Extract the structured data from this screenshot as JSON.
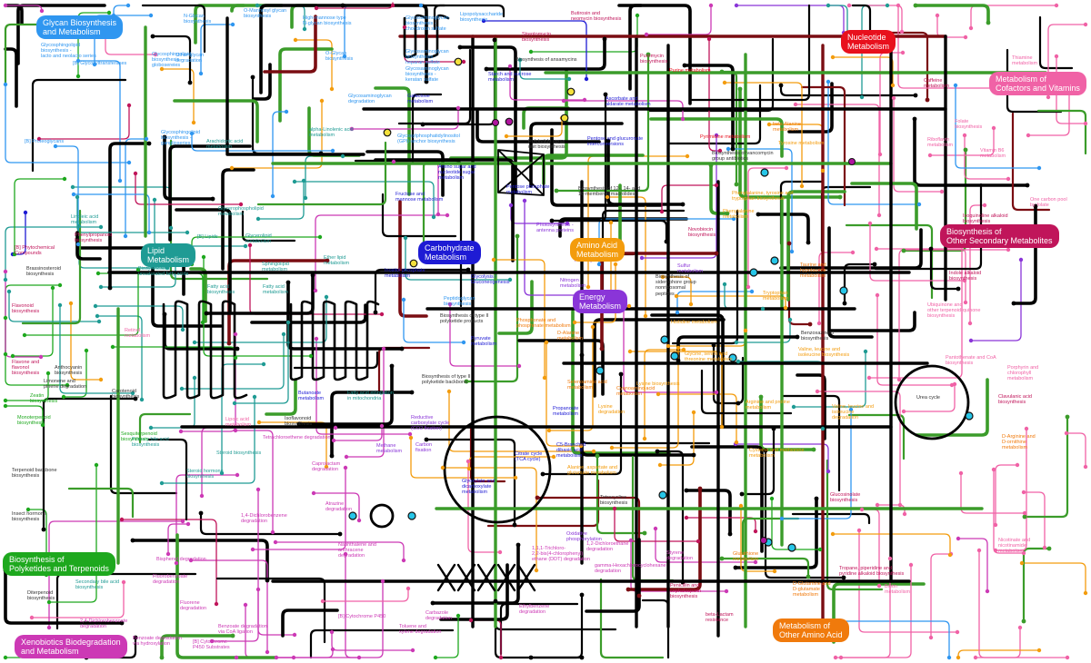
{
  "colors": {
    "glycan": "#2f96f0",
    "nucleotide": "#e8101d",
    "cofactors": "#f062a6",
    "secondary": "#c0155a",
    "lipid": "#1f9b94",
    "carbohydrate": "#1e1bd4",
    "amino": "#f39c0d",
    "energy": "#8a35d8",
    "polyketides": "#1ea81e",
    "xenobiotics": "#cc39b5",
    "other_amino": "#f07a0c",
    "backbone": "#000000",
    "green": "#3b9c2a",
    "darkred": "#7a0d12"
  },
  "categories": [
    {
      "key": "glycan",
      "label": "Glycan Biosynthesis\nand Metabolism"
    },
    {
      "key": "nucleotide",
      "label": "Nucleotide\nMetabolism"
    },
    {
      "key": "cofactors",
      "label": "Metabolism of\nCofactors and Vitamins"
    },
    {
      "key": "secondary",
      "label": "Biosynthesis of\nOther Secondary Metabolites"
    },
    {
      "key": "lipid",
      "label": "Lipid\nMetabolism"
    },
    {
      "key": "carbohydrate",
      "label": "Carbohydrate\nMetabolism"
    },
    {
      "key": "amino",
      "label": "Amino Acid\nMetabolism"
    },
    {
      "key": "energy",
      "label": "Energy\nMetabolism"
    },
    {
      "key": "polyketides",
      "label": "Biosynthesis of\nPolyketides and Terpenoids"
    },
    {
      "key": "xenobiotics",
      "label": "Xenobiotics Biodegradation\nand Metabolism"
    },
    {
      "key": "other_amino",
      "label": "Metabolism of\nOther Amino Acid"
    }
  ],
  "pathways": [
    {
      "text": "Glycosphingolipid\nbiosynthesis -\nlacto and neolacto series",
      "cat": "glycan"
    },
    {
      "text": "[B] Glycosyltransferases",
      "cat": "glycan"
    },
    {
      "text": "Glycosphingolipid\nbiosynthesis -\nglobosereies",
      "cat": "glycan"
    },
    {
      "text": "Other glycan\ndegradation",
      "cat": "glycan"
    },
    {
      "text": "N-Glycan\nbiosynthesis",
      "cat": "glycan"
    },
    {
      "text": "O-Mannosyl glycan\nbiosynthesis",
      "cat": "glycan"
    },
    {
      "text": "High-mannose type\nN-glycan biosynthesis",
      "cat": "glycan"
    },
    {
      "text": "Glycosaminoglycan\nbiosynthesis -\nchondroitin sulfate",
      "cat": "glycan"
    },
    {
      "text": "O-Glycan\nbiosynthesis",
      "cat": "glycan"
    },
    {
      "text": "Glycosaminoglycan\nbiosynthesis -\nkeratan sulfate",
      "cat": "glycan"
    },
    {
      "text": "Glycosaminoglycan\nbiosynthesis -\nheparan sulfate",
      "cat": "glycan"
    },
    {
      "text": "Glycosaminoglycan\ndegradation",
      "cat": "glycan"
    },
    {
      "text": "[B] Proteoglycans",
      "cat": "glycan"
    },
    {
      "text": "Glycosphingolipid\nbiosynthesis -\nganglioseries",
      "cat": "glycan"
    },
    {
      "text": "Lipopolysaccharide\nbiosynthesis",
      "cat": "glycan"
    },
    {
      "text": "Peptidoglycan\nbiosynthesis",
      "cat": "glycan"
    },
    {
      "text": "Arachidonic acid\nmetabolism",
      "cat": "lipid"
    },
    {
      "text": "alpha-Linolenic acid\nmetabolism",
      "cat": "lipid"
    },
    {
      "text": "Linoleic acid\nmetabolism",
      "cat": "lipid"
    },
    {
      "text": "Glycerophospholipid\nmetabolism",
      "cat": "lipid"
    },
    {
      "text": "[B] Lipids",
      "cat": "lipid"
    },
    {
      "text": "Glycerolipid\nmetabolism",
      "cat": "lipid"
    },
    {
      "text": "Sphingolipid\nmetabolism",
      "cat": "lipid"
    },
    {
      "text": "Ether lipid\nmetabolism",
      "cat": "lipid"
    },
    {
      "text": "Biosynthesis of\nunsaturated fatty acids",
      "cat": "lipid"
    },
    {
      "text": "Fatty acid\nbiosynthesis",
      "cat": "lipid"
    },
    {
      "text": "Fatty acid\nmetabolism",
      "cat": "lipid"
    },
    {
      "text": "Butanoate\nmetabolism",
      "cat": "carbohydrate"
    },
    {
      "text": "Fatty acid elongation\nin mitochondria",
      "cat": "lipid"
    },
    {
      "text": "Steroid biosynthesis",
      "cat": "lipid"
    },
    {
      "text": "Primary bile acid\nbiosynthesis",
      "cat": "lipid"
    },
    {
      "text": "Steroid hormone\nbiosynthesis",
      "cat": "lipid"
    },
    {
      "text": "Secondary bile acid\nbiosynthesis",
      "cat": "lipid"
    },
    {
      "text": "Lipoic acid\nmetabolism",
      "cat": "cofactors"
    },
    {
      "text": "Galactose\nmetabolism",
      "cat": "carbohydrate"
    },
    {
      "text": "Starch and sucrose\nmetabolism",
      "cat": "carbohydrate"
    },
    {
      "text": "Amino sugar and\nnucleotide sugar\nmetabolism",
      "cat": "carbohydrate"
    },
    {
      "text": "Fructose and\nmannose metabolism",
      "cat": "carbohydrate"
    },
    {
      "text": "Pentose phosphate\nmetabolism",
      "cat": "carbohydrate"
    },
    {
      "text": "Ascorbate and\naldarate metabolism",
      "cat": "carbohydrate"
    },
    {
      "text": "Pentose and glucuronate\ninterconversions",
      "cat": "carbohydrate"
    },
    {
      "text": "Inositol phosphate\nmetabolism",
      "cat": "carbohydrate"
    },
    {
      "text": "Glycolysis /\nGluconeogenesis",
      "cat": "carbohydrate"
    },
    {
      "text": "Pyruvate\nmetabolism",
      "cat": "carbohydrate"
    },
    {
      "text": "Propanoate\nmetabolism",
      "cat": "carbohydrate"
    },
    {
      "text": "Citrate cycle\n(TCA cycle)",
      "cat": "carbohydrate"
    },
    {
      "text": "Glyoxylate and\ndicarboxylate\nmetabolism",
      "cat": "carbohydrate"
    },
    {
      "text": "C5-Branched\ndibasic acid\nmetabolism",
      "cat": "carbohydrate"
    },
    {
      "text": "Glycosylphosphatidylinositol\n(GPI)-anchor biosynthesis",
      "cat": "glycan"
    },
    {
      "text": "Photosynthesis -\nantenna proteins",
      "cat": "energy"
    },
    {
      "text": "Photosynthesis",
      "cat": "energy"
    },
    {
      "text": "Carbon\nfixation",
      "cat": "energy"
    },
    {
      "text": "Methane\nmetabolism",
      "cat": "energy"
    },
    {
      "text": "Reductive\ncarboxylate cycle\n(CO2 fixation)",
      "cat": "energy"
    },
    {
      "text": "Nitrogen\nmetabolism",
      "cat": "energy"
    },
    {
      "text": "Sulfur\nmetabolism",
      "cat": "energy"
    },
    {
      "text": "Oxidative\nphosphorylation",
      "cat": "energy"
    },
    {
      "text": "Purine metabolism",
      "cat": "nucleotide"
    },
    {
      "text": "Pyrimidine metabolism",
      "cat": "nucleotide"
    },
    {
      "text": "Thiamine\nmetabolism",
      "cat": "cofactors"
    },
    {
      "text": "Riboflavin\nmetabolism",
      "cat": "cofactors"
    },
    {
      "text": "Folate\nbiosynthesis",
      "cat": "cofactors"
    },
    {
      "text": "Vitamin B6\nmetabolism",
      "cat": "cofactors"
    },
    {
      "text": "One carbon pool\nby folate",
      "cat": "cofactors"
    },
    {
      "text": "Ubiquinone and\nother terpenoid-quinone\nbiosynthesis",
      "cat": "cofactors"
    },
    {
      "text": "Pantothenate and CoA\nbiosynthesis",
      "cat": "cofactors"
    },
    {
      "text": "Porphyrin and\nchlorophyll\nmetabolism",
      "cat": "cofactors"
    },
    {
      "text": "Nicotinate and\nnicotinamide\nmetabolism",
      "cat": "cofactors"
    },
    {
      "text": "Biotin\nmetabolism",
      "cat": "cofactors"
    },
    {
      "text": "Retinol\nmetabolism",
      "cat": "cofactors"
    },
    {
      "text": "Caffeine\nmetabolism",
      "cat": "secondary"
    },
    {
      "text": "Isoquinoline alkaloid\nbiosynthesis",
      "cat": "secondary"
    },
    {
      "text": "Indole alkaloid\nbiosynthesis",
      "cat": "secondary"
    },
    {
      "text": "Clavulanic acid\nbiosynthesis",
      "cat": "secondary"
    },
    {
      "text": "Phenylpropanoid\nbiosynthesis",
      "cat": "secondary"
    },
    {
      "text": "[B] Phytochemical\nCompounds",
      "cat": "secondary"
    },
    {
      "text": "Flavonoid\nbiosynthesis",
      "cat": "secondary"
    },
    {
      "text": "Flavone and\nflavonol\nbiosynthesis",
      "cat": "secondary"
    },
    {
      "text": "Streptomycin\nbiosynthesis",
      "cat": "secondary"
    },
    {
      "text": "Novobiocin\nbiosynthesis",
      "cat": "secondary"
    },
    {
      "text": "Butirosin and\nneomycin biosynthesis",
      "cat": "secondary"
    },
    {
      "text": "Puromycin\nbiosynthesis",
      "cat": "secondary"
    },
    {
      "text": "Tropane, piperidine and\npyridine alkaloid biosynthesis",
      "cat": "secondary"
    },
    {
      "text": "Penicillin and\ncephalosporin\nbiosynthesis",
      "cat": "secondary"
    },
    {
      "text": "beta-Lactam\nresistance",
      "cat": "secondary"
    },
    {
      "text": "Glucosinolate\nbiosynthesis",
      "cat": "secondary"
    },
    {
      "text": "Phenylalanine\nmetabolism",
      "cat": "amino"
    },
    {
      "text": "Phenylalanine, tyrosine and\ntryptophan biosynthesis",
      "cat": "amino"
    },
    {
      "text": "Tyrosine metabolism",
      "cat": "amino"
    },
    {
      "text": "Tryptophan\nmetabolism",
      "cat": "amino"
    },
    {
      "text": "Histidine metabolism",
      "cat": "amino"
    },
    {
      "text": "Lysine biosynthesis",
      "cat": "amino"
    },
    {
      "text": "Lysine\ndegradation",
      "cat": "amino"
    },
    {
      "text": "Valine, leucine and\nisoleucine biosynthesis",
      "cat": "amino"
    },
    {
      "text": "Valine, leucine and\nisoleucine\ndegradation",
      "cat": "amino"
    },
    {
      "text": "Cysteine and methionine\nmetabolism",
      "cat": "amino"
    },
    {
      "text": "Glycine, serine and\nthreonine metabolism",
      "cat": "amino"
    },
    {
      "text": "Alanine, aspartate and\nglutamate metabolism",
      "cat": "amino"
    },
    {
      "text": "Arginine and proline\nmetabolism",
      "cat": "amino"
    },
    {
      "text": "Taurine and\nhypotaurine\nmetabolism",
      "cat": "other_amino"
    },
    {
      "text": "beta-Alanine\nmetabolism",
      "cat": "other_amino"
    },
    {
      "text": "Selenoamino acid\nmetabolism",
      "cat": "other_amino"
    },
    {
      "text": "Cyanoamino acid\nmetabolism",
      "cat": "other_amino"
    },
    {
      "text": "D-Alanine\nmetabolism",
      "cat": "other_amino"
    },
    {
      "text": "D-Arginine and\nD-ornithine\nmetabolism",
      "cat": "other_amino"
    },
    {
      "text": "Glutathione\nmetabolism",
      "cat": "other_amino"
    },
    {
      "text": "D-Glutamine and\nD-glutamate\nmetabolism",
      "cat": "other_amino"
    },
    {
      "text": "Phosphonate and\nphosphinate metabolism",
      "cat": "other_amino"
    },
    {
      "text": "Urea cycle",
      "cat": "backbone"
    },
    {
      "text": "Biosynthesis of\nsiderophore group\nnonribosomal\npeptides",
      "cat": "backbone"
    },
    {
      "text": "Biosynthesis of vancomycin\ngroup antibiotics",
      "cat": "backbone"
    },
    {
      "text": "Biosynthesis of 12-, 14- and\n16-membered macrolides",
      "cat": "backbone"
    },
    {
      "text": "Polyketide sugar\nunit biosynthesis",
      "cat": "backbone"
    },
    {
      "text": "Biosynthesis of ansamycins",
      "cat": "backbone"
    },
    {
      "text": "Biosynthesis of type II\npolyketide products",
      "cat": "backbone"
    },
    {
      "text": "Biosynthesis of type II\npolyketide backbone",
      "cat": "backbone"
    },
    {
      "text": "Tetracycline\nbiosynthesis",
      "cat": "backbone"
    },
    {
      "text": "Benzoxazinoid\nbiosynthesis",
      "cat": "backbone"
    },
    {
      "text": "Anthocyanin\nbiosynthesis",
      "cat": "backbone"
    },
    {
      "text": "Limonene and\npinene degradation",
      "cat": "backbone"
    },
    {
      "text": "Carotenoid\nbiosynthesis",
      "cat": "backbone"
    },
    {
      "text": "Zeatin\nbiosynthesis",
      "cat": "polyketides"
    },
    {
      "text": "Monoterpenoid\nbiosynthesis",
      "cat": "polyketides"
    },
    {
      "text": "Sesquiterpenoid\nbiosynthesis",
      "cat": "polyketides"
    },
    {
      "text": "Terpenoid backbone\nbiosynthesis",
      "cat": "backbone"
    },
    {
      "text": "Insect hormone\nbiosynthesis",
      "cat": "backbone"
    },
    {
      "text": "Diterpenoid\nbiosynthesis",
      "cat": "backbone"
    },
    {
      "text": "Brassinosteroid\nbiosynthesis",
      "cat": "backbone"
    },
    {
      "text": "Isoflavonoid\nbiosynthesis",
      "cat": "backbone"
    },
    {
      "text": "Tetrachloroethene degradation",
      "cat": "xenobiotics"
    },
    {
      "text": "Caprolactam\ndegradation",
      "cat": "xenobiotics"
    },
    {
      "text": "Atrazine\ndegradation",
      "cat": "xenobiotics"
    },
    {
      "text": "1,4-Dichlorobenzene\ndegradation",
      "cat": "xenobiotics"
    },
    {
      "text": "Naphthalene and\nanthracene\ndegradation",
      "cat": "xenobiotics"
    },
    {
      "text": "Bisphenol degradation",
      "cat": "xenobiotics"
    },
    {
      "text": "Fluorobenzoate\ndegradation",
      "cat": "xenobiotics"
    },
    {
      "text": "Fluorene\ndegradation",
      "cat": "xenobiotics"
    },
    {
      "text": "2,4-Dichlorobenzoate\ndegradation",
      "cat": "xenobiotics"
    },
    {
      "text": "Benzoate degradation\nvia CoA ligation",
      "cat": "xenobiotics"
    },
    {
      "text": "Benzoate degradation\nvia hydroxylation",
      "cat": "xenobiotics"
    },
    {
      "text": "[B] Cytochrome\nP450 Substrates",
      "cat": "xenobiotics"
    },
    {
      "text": "[B] Cytochrome P450",
      "cat": "xenobiotics"
    },
    {
      "text": "Toluene and\nxylene degradation",
      "cat": "xenobiotics"
    },
    {
      "text": "Carbazole\ndegradation",
      "cat": "xenobiotics"
    },
    {
      "text": "Ethylbenzene\ndegradation",
      "cat": "xenobiotics"
    },
    {
      "text": "1,1,1-Trichloro-\n2,2-bis(4-chlorophenyl)\nethane (DDT) degradation",
      "cat": "xenobiotics"
    },
    {
      "text": "1,2-Dichloroethane\ndegradation",
      "cat": "xenobiotics"
    },
    {
      "text": "gamma-Hexachlorocyclohexane\ndegradation",
      "cat": "xenobiotics"
    },
    {
      "text": "Styrene\ndegradation",
      "cat": "xenobiotics"
    },
    {
      "text": "Bisphenol A\ndegradation",
      "cat": "xenobiotics"
    }
  ]
}
